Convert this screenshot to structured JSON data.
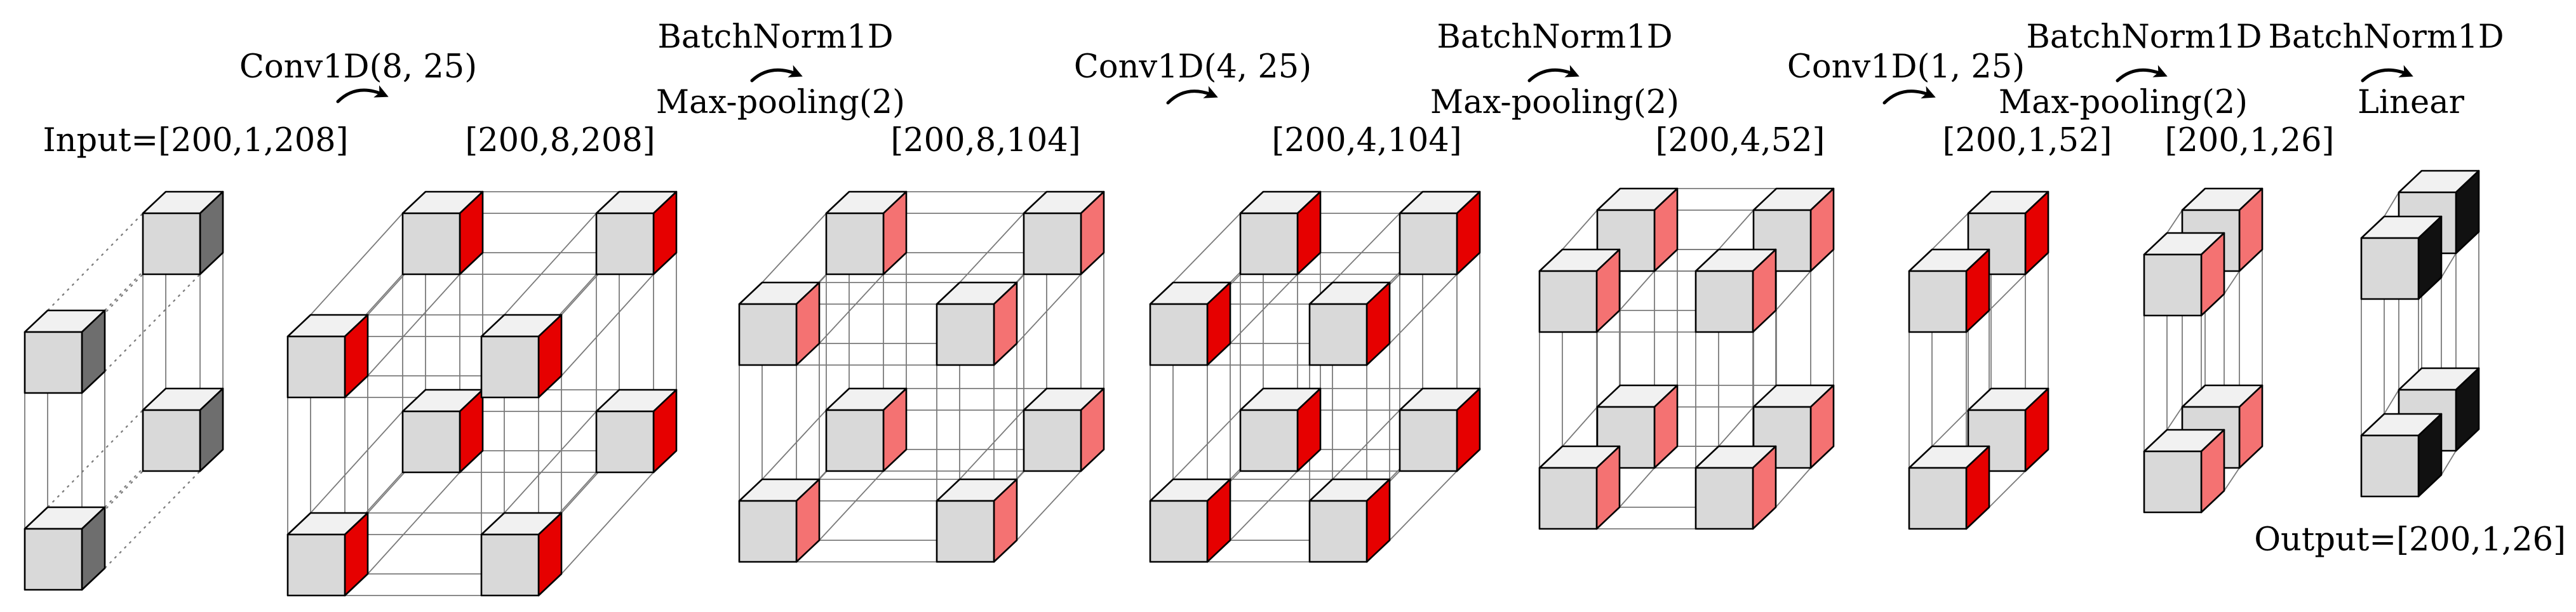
{
  "layers": [
    {
      "shape": "Input=[200,1,208]",
      "side_color": "#6e6e6e"
    },
    {
      "operation": "Conv1D(8, 25)",
      "shape": "[200,8,208]",
      "side_color": "#e60000"
    },
    {
      "normalization": "BatchNorm1D",
      "operation": "Max-pooling(2)",
      "shape": "[200,8,104]",
      "side_color": "#f47272"
    },
    {
      "operation": "Conv1D(4, 25)",
      "shape": "[200,4,104]",
      "side_color": "#e60000"
    },
    {
      "normalization": "BatchNorm1D",
      "operation": "Max-pooling(2)",
      "shape": "[200,4,52]",
      "side_color": "#f47272"
    },
    {
      "operation": "Conv1D(1, 25)",
      "shape": "[200,1,52]",
      "side_color": "#e60000"
    },
    {
      "normalization": "BatchNorm1D",
      "operation": "Max-pooling(2)",
      "shape": "[200,1,26]",
      "side_color": "#f47272"
    },
    {
      "normalization": "BatchNorm1D",
      "operation": "Linear",
      "shape": "Output=[200,1,26]",
      "side_color": "#111111"
    }
  ],
  "colors": {
    "front_face": "#d9d9d9",
    "top_face": "#f1f1f1",
    "edge": "#000000",
    "lattice_line": "#7a7a7a"
  }
}
